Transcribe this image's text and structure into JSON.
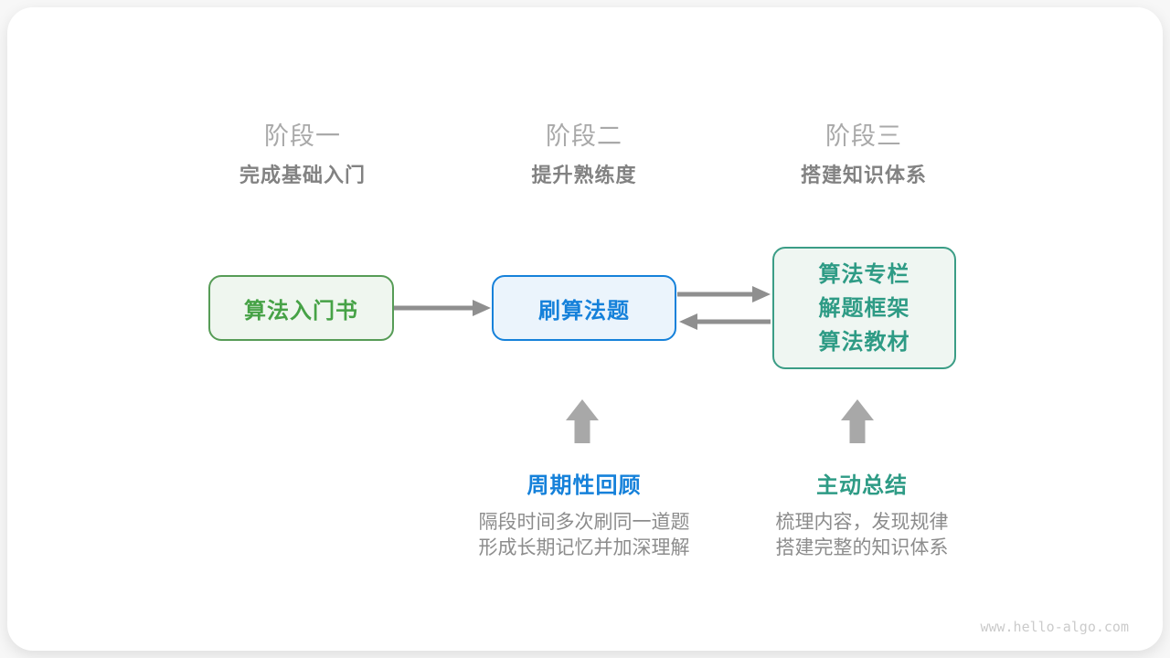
{
  "stages": [
    {
      "title": "阶段一",
      "subtitle": "完成基础入门"
    },
    {
      "title": "阶段二",
      "subtitle": "提升熟练度"
    },
    {
      "title": "阶段三",
      "subtitle": "搭建知识体系"
    }
  ],
  "boxes": {
    "intro_book": {
      "label": "算法入门书"
    },
    "practice": {
      "label": "刷算法题"
    },
    "knowledge": {
      "lines": [
        "算法专栏",
        "解题框架",
        "算法教材"
      ]
    }
  },
  "annotations": {
    "review": {
      "title": "周期性回顾",
      "line1": "隔段时间多次刷同一道题",
      "line2": "形成长期记忆并加深理解"
    },
    "summary": {
      "title": "主动总结",
      "line1": "梳理内容，发现规律",
      "line2": "搭建完整的知识体系"
    }
  },
  "watermark": "www.hello-algo.com",
  "colors": {
    "green_border": "#569c56",
    "green_text": "#46a246",
    "green_fill": "#eff6ef",
    "blue_border": "#1581da",
    "blue_text": "#1581da",
    "blue_fill": "#ebf4fc",
    "teal_border": "#3b9d86",
    "teal_text": "#2e9b85",
    "teal_fill": "#eff6f2",
    "flow_arrow": "#8f8f8f",
    "up_arrow": "#a8a8a8",
    "stage_title_gray": "#a9a9a9",
    "stage_subtitle_gray": "#828282",
    "description_gray": "#8c8c8c"
  }
}
